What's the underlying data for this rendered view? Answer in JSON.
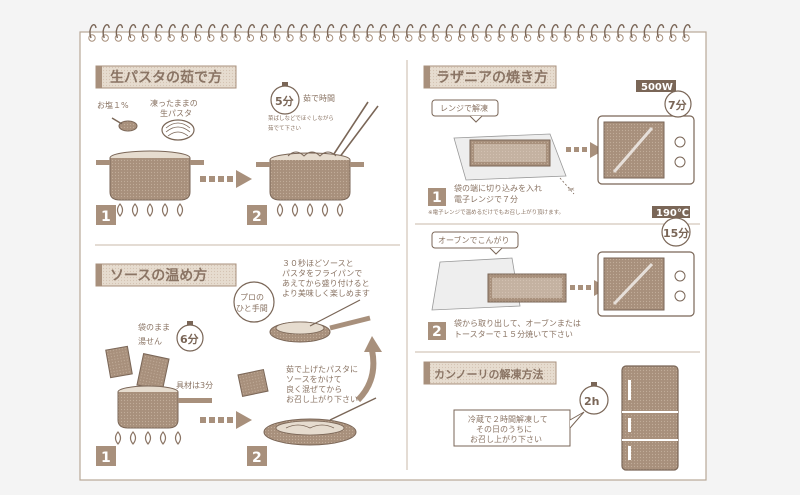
{
  "colors": {
    "brown": "#a8907c",
    "dark": "#7a6657",
    "light": "#d8cbbd",
    "paper": "#ffffff",
    "bg": "#f4f4f4"
  },
  "pasta": {
    "title": "生パスタの茹で方",
    "salt": "お塩１%",
    "frozen_1": "凍ったままの",
    "frozen_2": "生パスタ",
    "time": "5分",
    "time_label": "茹で時間",
    "tip_1": "菜ばしなどでほぐしながら",
    "tip_2": "茹でて下さい",
    "step1": "1",
    "step2": "2"
  },
  "sauce": {
    "title": "ソースの温め方",
    "pack_1": "袋のまま",
    "pack_2": "湯せん",
    "time": "6分",
    "ingredient": "具材は3分",
    "pro_1": "プロの",
    "pro_2": "ひと手間",
    "pro_text": [
      "３０秒ほどソースと",
      "パスタをフライパンで",
      "あえてから盛り付けると",
      "より美味しく楽しめます"
    ],
    "serve_text": [
      "茹で上げたパスタに",
      "ソースをかけて",
      "良く混ぜてから",
      "お召し上がり下さい"
    ],
    "step1": "1",
    "step2": "2"
  },
  "lasagna": {
    "title": "ラザニアの焼き方",
    "microwave_label": "レンジで解凍",
    "watt": "500W",
    "mw_time": "7分",
    "step1_text_1": "袋の端に切り込みを入れ",
    "step1_text_2": "電子レンジで７分",
    "note": "※電子レンジで温めるだけでもお召し上がり頂けます。",
    "oven_label": "オーブンでこんがり",
    "temp": "190℃",
    "oven_time": "15分",
    "step2_text_1": "袋から取り出して、オーブンまたは",
    "step2_text_2": "トースターで１５分焼いて下さい",
    "step1": "1",
    "step2": "2"
  },
  "cannoli": {
    "title": "カンノーリの解凍方法",
    "time": "2h",
    "text": [
      "冷蔵で２時間解凍して",
      "その日のうちに",
      "お召し上がり下さい"
    ]
  }
}
